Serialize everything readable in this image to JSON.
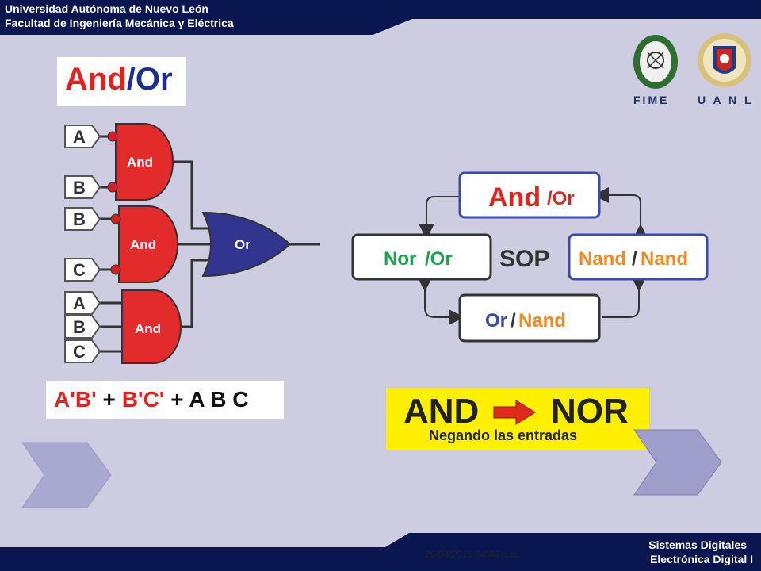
{
  "header": {
    "line1": "Universidad Autónoma de Nuevo León",
    "line2": "Facultad de Ingeniería Mecánica y Eléctrica"
  },
  "logos": {
    "left": "FIME",
    "right": "U A N L"
  },
  "slide": {
    "title_part1": "And",
    "title_sep": "/",
    "title_part2": "Or",
    "formula": {
      "t1": "A'B'",
      "p1": " + ",
      "t2": "B'C'",
      "p2": " + A B C"
    }
  },
  "circuit": {
    "gates": [
      "And",
      "And",
      "And",
      "Or"
    ],
    "inputs": [
      "A",
      "B",
      "B",
      "C",
      "A",
      "B",
      "C"
    ]
  },
  "sop_diagram": {
    "center": "SOP",
    "top_a": "And",
    "top_b": "/Or",
    "left_a": "Nor",
    "left_b": "/Or",
    "right_a": "Nand",
    "right_sep": "/",
    "right_b": "Nand",
    "bottom_a": "Or",
    "bottom_sep": "/",
    "bottom_b": "Nand"
  },
  "banner": {
    "left": "AND",
    "right": "NOR",
    "subtitle": "Negando las entradas"
  },
  "footer": {
    "date": "26/04/2015 04:46 p.m.",
    "course1": "Sistemas Digitales",
    "course2": "Electrónica Digital I"
  },
  "colors": {
    "navy": "#0a1650",
    "gate_red": "#e42b2b",
    "gate_blue": "#32358f",
    "bg": "#cdcce0"
  }
}
